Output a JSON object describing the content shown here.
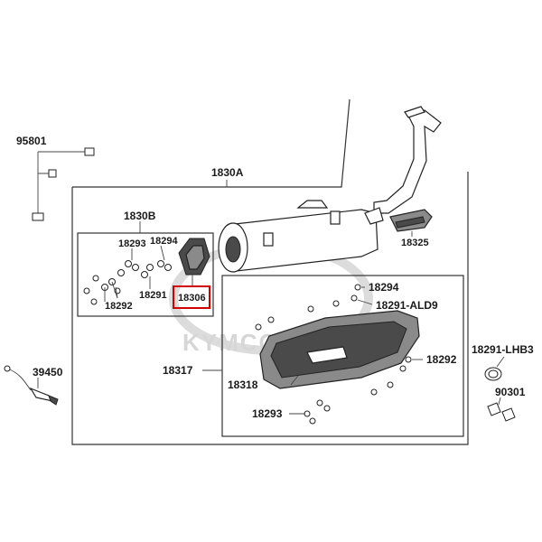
{
  "labels": {
    "p95801": "95801",
    "p1830A": "1830A",
    "p1830B": "1830B",
    "p18293_top": "18293",
    "p18294_top": "18294",
    "p18291_left": "18291",
    "p18292_left": "18292",
    "p18306": "18306",
    "p18325": "18325",
    "p18294_right": "18294",
    "p18291_ALD9": "18291-ALD9",
    "p18292_right": "18292",
    "p18317": "18317",
    "p18318": "18318",
    "p18293_bottom": "18293",
    "p39450": "39450",
    "p18291_LHB3": "18291-LHB3",
    "p90301": "90301"
  },
  "watermark": "KYMCO",
  "highlight": {
    "part": "18306",
    "color": "#d40000"
  }
}
